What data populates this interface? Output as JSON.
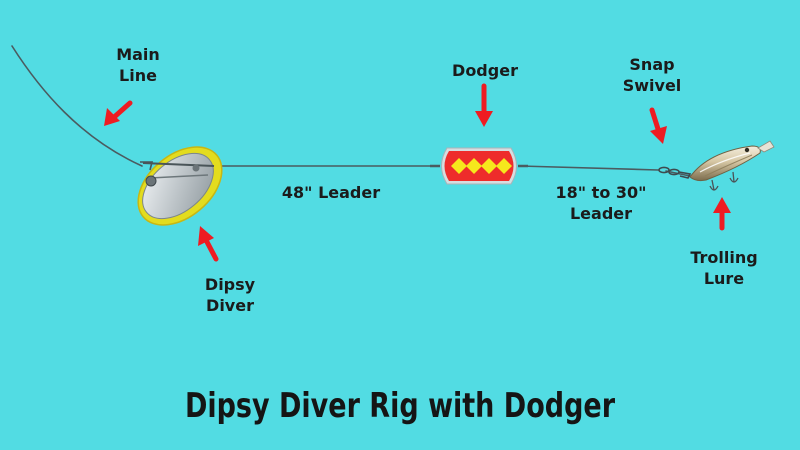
{
  "colors": {
    "background": "#52dce3",
    "line": "#4b5b60",
    "arrow": "#ee1c22",
    "diver_rim": "#e3dc1e",
    "diver_body": "#cdd4d8",
    "dodger": "#ee2c2b",
    "dodger_diamonds": "#f6e81c",
    "lure": "#d9ccb0",
    "text": "#1b1b1b"
  },
  "labels": {
    "main_line": [
      "Main",
      "Line"
    ],
    "dodger": [
      "Dodger"
    ],
    "snap_swivel": [
      "Snap",
      "Swivel"
    ],
    "leader_48": [
      "48\" Leader"
    ],
    "leader_18_30": [
      "18\" to 30\"",
      "Leader"
    ],
    "dipsy_diver": [
      "Dipsy",
      "Diver"
    ],
    "trolling_lure": [
      "Trolling",
      "Lure"
    ]
  },
  "title": "Dipsy Diver Rig with Dodger"
}
